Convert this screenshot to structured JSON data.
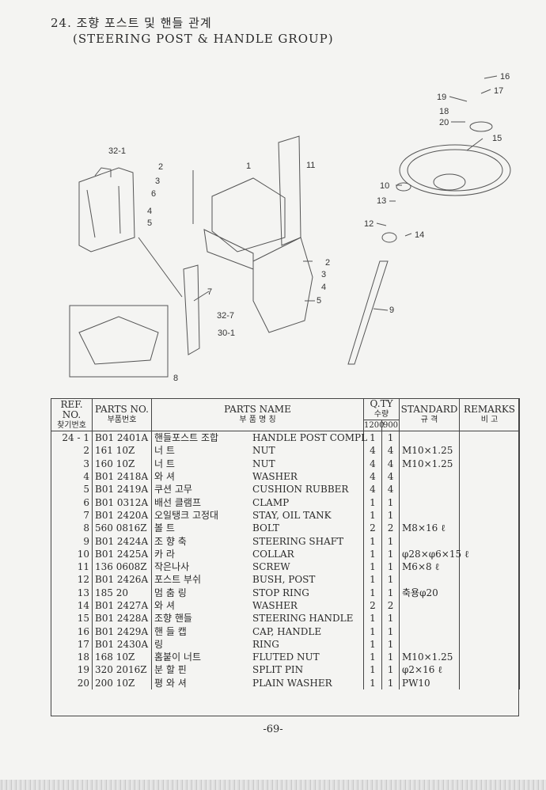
{
  "header": {
    "title_kr": "24. 조향 포스트 및 핸들 관계",
    "title_en": "(STEERING POST & HANDLE  GROUP)"
  },
  "diagram": {
    "callouts": [
      "32-1",
      "2",
      "3",
      "6",
      "4",
      "5",
      "1",
      "11",
      "7",
      "32-7",
      "30-1",
      "8",
      "2",
      "3",
      "4",
      "5",
      "16",
      "17",
      "19",
      "18",
      "20",
      "15",
      "10",
      "13",
      "12",
      "14",
      "9"
    ]
  },
  "table": {
    "headers": {
      "ref_en": "REF. NO.",
      "ref_kr": "찾기번호",
      "parts_no_en": "PARTS NO.",
      "parts_no_kr": "부품번호",
      "parts_name_en": "PARTS NAME",
      "parts_name_kr": "부   품   명   칭",
      "qty_en": "Q.TY",
      "qty_kr": "수량",
      "qty_1200": "1200",
      "qty_900": "900",
      "standard_en": "STANDARD",
      "standard_kr": "규   격",
      "remarks_en": "REMARKS",
      "remarks_kr": "비   고"
    },
    "rows": [
      {
        "ref": "24 - 1",
        "part": "B01 2401A",
        "kr": "핸들포스트 조합",
        "en": "HANDLE POST COMPL",
        "q1": "1",
        "q2": "1",
        "std": "",
        "rem": ""
      },
      {
        "ref": "2",
        "part": "161 10Z",
        "kr": "너    트",
        "en": "NUT",
        "q1": "4",
        "q2": "4",
        "std": "M10×1.25",
        "rem": ""
      },
      {
        "ref": "3",
        "part": "160 10Z",
        "kr": "너    트",
        "en": "NUT",
        "q1": "4",
        "q2": "4",
        "std": "M10×1.25",
        "rem": ""
      },
      {
        "ref": "4",
        "part": "B01 2418A",
        "kr": "와    셔",
        "en": "WASHER",
        "q1": "4",
        "q2": "4",
        "std": "",
        "rem": ""
      },
      {
        "ref": "5",
        "part": "B01 2419A",
        "kr": "쿠션 고무",
        "en": "CUSHION RUBBER",
        "q1": "4",
        "q2": "4",
        "std": "",
        "rem": ""
      },
      {
        "ref": "6",
        "part": "B01 0312A",
        "kr": "배선 클램프",
        "en": "CLAMP",
        "q1": "1",
        "q2": "1",
        "std": "",
        "rem": ""
      },
      {
        "ref": "7",
        "part": "B01 2420A",
        "kr": "오일탱크 고정대",
        "en": "STAY, OIL TANK",
        "q1": "1",
        "q2": "1",
        "std": "",
        "rem": ""
      },
      {
        "ref": "8",
        "part": "560 0816Z",
        "kr": "볼    트",
        "en": "BOLT",
        "q1": "2",
        "q2": "2",
        "std": "M8×16 ℓ",
        "rem": ""
      },
      {
        "ref": "9",
        "part": "B01 2424A",
        "kr": "조 향 축",
        "en": "STEERING SHAFT",
        "q1": "1",
        "q2": "1",
        "std": "",
        "rem": ""
      },
      {
        "ref": "10",
        "part": "B01 2425A",
        "kr": "카    라",
        "en": "COLLAR",
        "q1": "1",
        "q2": "1",
        "std": "φ28×φ6×15 ℓ",
        "rem": ""
      },
      {
        "ref": "11",
        "part": "136 0608Z",
        "kr": "작은나사",
        "en": "SCREW",
        "q1": "1",
        "q2": "1",
        "std": "M6×8 ℓ",
        "rem": ""
      },
      {
        "ref": "12",
        "part": "B01 2426A",
        "kr": "포스트 부쉬",
        "en": "BUSH, POST",
        "q1": "1",
        "q2": "1",
        "std": "",
        "rem": ""
      },
      {
        "ref": "13",
        "part": "185 20",
        "kr": "멈 춤 링",
        "en": "STOP RING",
        "q1": "1",
        "q2": "1",
        "std": "축용φ20",
        "rem": ""
      },
      {
        "ref": "14",
        "part": "B01 2427A",
        "kr": "와    셔",
        "en": "WASHER",
        "q1": "2",
        "q2": "2",
        "std": "",
        "rem": ""
      },
      {
        "ref": "15",
        "part": "B01 2428A",
        "kr": "조향 핸들",
        "en": "STEERING HANDLE",
        "q1": "1",
        "q2": "1",
        "std": "",
        "rem": ""
      },
      {
        "ref": "16",
        "part": "B01 2429A",
        "kr": "핸 들 캡",
        "en": "CAP, HANDLE",
        "q1": "1",
        "q2": "1",
        "std": "",
        "rem": ""
      },
      {
        "ref": "17",
        "part": "B01 2430A",
        "kr": "링",
        "en": "RING",
        "q1": "1",
        "q2": "1",
        "std": "",
        "rem": ""
      },
      {
        "ref": "18",
        "part": "168 10Z",
        "kr": "홈붙이 너트",
        "en": "FLUTED NUT",
        "q1": "1",
        "q2": "1",
        "std": "M10×1.25",
        "rem": ""
      },
      {
        "ref": "19",
        "part": "320 2016Z",
        "kr": "분 할 핀",
        "en": "SPLIT PIN",
        "q1": "1",
        "q2": "1",
        "std": "φ2×16 ℓ",
        "rem": ""
      },
      {
        "ref": "20",
        "part": "200 10Z",
        "kr": "평 와 셔",
        "en": "PLAIN WASHER",
        "q1": "1",
        "q2": "1",
        "std": "PW10",
        "rem": ""
      }
    ]
  },
  "footer": {
    "page": "-69-"
  }
}
